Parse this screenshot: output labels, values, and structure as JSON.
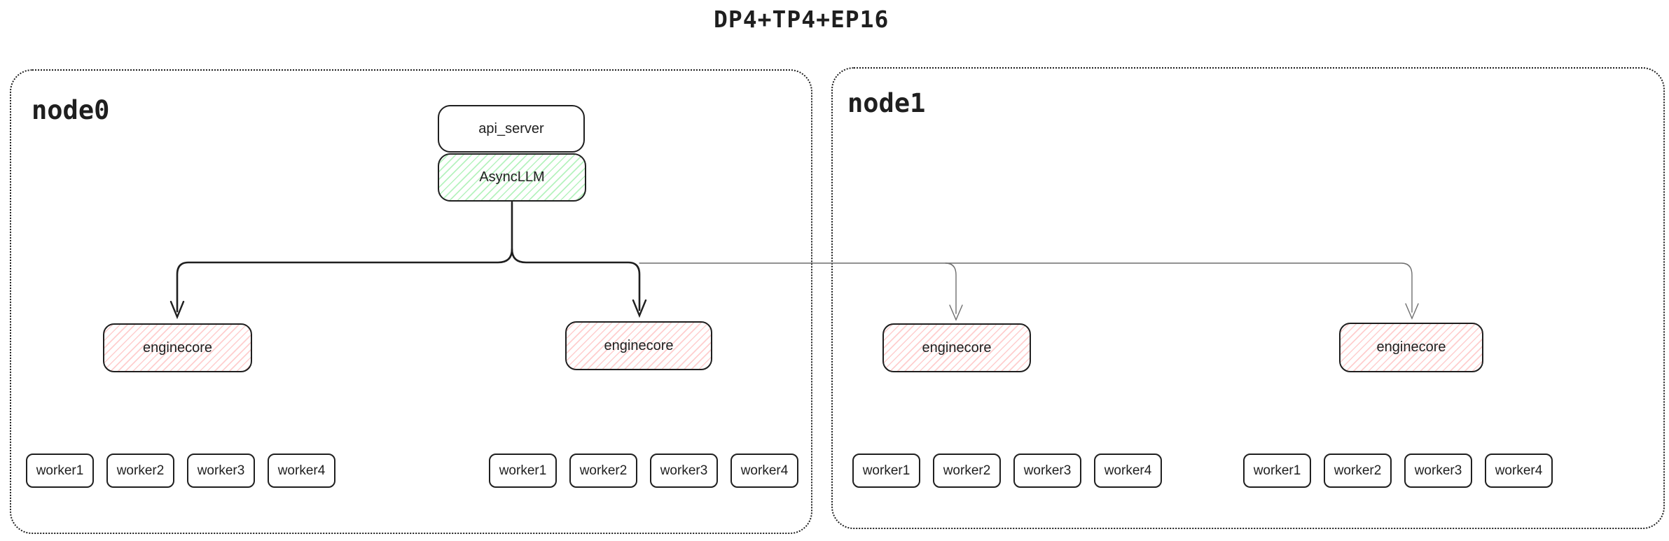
{
  "title": "DP4+TP4+EP16",
  "nodes": {
    "node0": {
      "label": "node0"
    },
    "node1": {
      "label": "node1"
    }
  },
  "boxes": {
    "api_server": {
      "label": "api_server",
      "fill": "#ffffff"
    },
    "async_llm": {
      "label": "AsyncLLM",
      "fill_hatch": "#b2f2bb"
    },
    "enginecores": [
      {
        "label": "enginecore",
        "fill_hatch": "#ffc9c9",
        "node": "node0"
      },
      {
        "label": "enginecore",
        "fill_hatch": "#ffc9c9",
        "node": "node0"
      },
      {
        "label": "enginecore",
        "fill_hatch": "#ffc9c9",
        "node": "node1"
      },
      {
        "label": "enginecore",
        "fill_hatch": "#ffc9c9",
        "node": "node1"
      }
    ]
  },
  "workers": {
    "groups": [
      {
        "node": "node0",
        "items": [
          {
            "label": "worker1"
          },
          {
            "label": "worker2"
          },
          {
            "label": "worker3"
          },
          {
            "label": "worker4"
          }
        ]
      },
      {
        "node": "node0",
        "items": [
          {
            "label": "worker1"
          },
          {
            "label": "worker2"
          },
          {
            "label": "worker3"
          },
          {
            "label": "worker4"
          }
        ]
      },
      {
        "node": "node1",
        "items": [
          {
            "label": "worker1"
          },
          {
            "label": "worker2"
          },
          {
            "label": "worker3"
          },
          {
            "label": "worker4"
          }
        ]
      },
      {
        "node": "node1",
        "items": [
          {
            "label": "worker1"
          },
          {
            "label": "worker2"
          },
          {
            "label": "worker3"
          },
          {
            "label": "worker4"
          }
        ]
      }
    ]
  },
  "colors": {
    "background": "#ffffff",
    "stroke": "#1f1f1f",
    "thin_connector": "#6e6e6e",
    "green_hatch": "#b2f2bb",
    "red_hatch": "#ffc9c9"
  },
  "connections": {
    "from": "AsyncLLM",
    "to": [
      "enginecore-1",
      "enginecore-2",
      "enginecore-3",
      "enginecore-4"
    ]
  }
}
